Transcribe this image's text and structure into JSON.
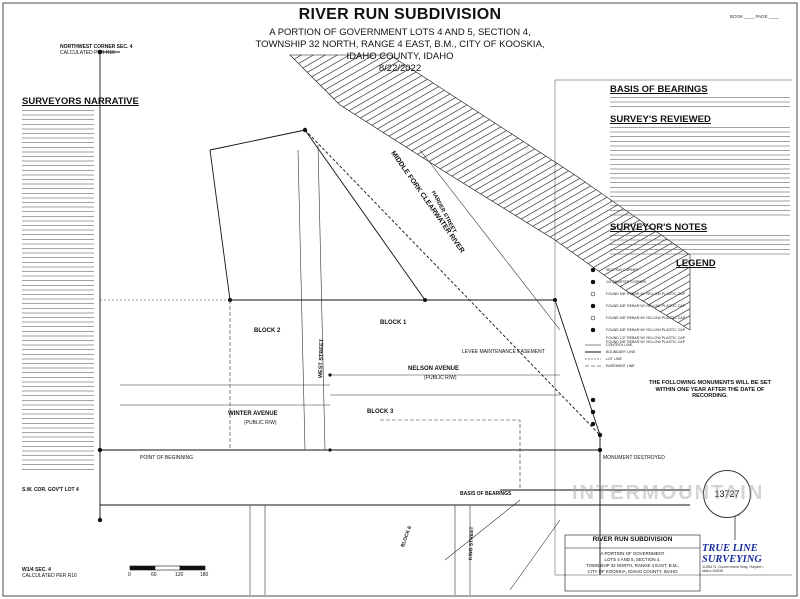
{
  "header": {
    "title": "RIVER RUN SUBDIVISION",
    "line1": "A PORTION OF GOVERNMENT LOTS 4 AND 5, SECTION 4,",
    "line2": "TOWNSHIP 32 NORTH, RANGE 4 EAST, B.M., CITY OF KOOSKIA,",
    "line3": "IDAHO COUNTY, IDAHO",
    "date": "8/22/2022",
    "book_label": "BOOK ____ PAGE ____"
  },
  "left_panel": {
    "corner_label": "NORTHWEST CORNER SEC. 4",
    "corner_note": "CALCULATED PER R16",
    "narrative_title": "SURVEYORS NARRATIVE",
    "wm_sec": "W1/4 SEC. 4",
    "wm_note": "CALCULATED PER R16",
    "sw_corner": "S.W. COR. GOV'T LOT 4"
  },
  "right_panel": {
    "basis_title": "BASIS OF BEARINGS",
    "reviewed_title": "SURVEY'S REVIEWED",
    "notes_title": "SURVEYOR'S NOTES",
    "legend_title": "LEGEND",
    "legend_items": [
      "SECTION CORNER",
      "1/4 QUARTER CORNER",
      "FOUND 5/8\" REBAR W/ YELLOW PLASTIC CAP",
      "FOUND 5/8\" REBAR W/ YELLOW PLASTIC CAP",
      "FOUND 5/8\" REBAR W/ YELLOW PLASTIC CAP",
      "FOUND 5/8\" REBAR W/ YELLOW PLASTIC CAP",
      "FOUND 1/2\" REBAR W/ YELLOW PLASTIC CAP",
      "FOUND 5/8\" REBAR W/ YELLOW PLASTIC CAP",
      "CONTROL LINE",
      "BOUNDARY LINE",
      "LOT LINE",
      "EASEMENT LINE"
    ],
    "monuments_note": "THE FOLLOWING MONUMENTS WILL BE SET WITHIN ONE YEAR AFTER THE DATE OF RECORDING."
  },
  "plat_labels": {
    "river": "MIDDLE FORK CLEARWATER RIVER",
    "block1": "BLOCK 1",
    "block2": "BLOCK 2",
    "block3": "BLOCK 3",
    "block6": "BLOCK 6",
    "west_street": "WEST STREET",
    "harder_street": "HARDER STREET",
    "nelson_avenue": "NELSON AVENUE",
    "winter_avenue": "WINTER AVENUE",
    "public_row": "(PUBLIC R/W)",
    "king_street": "KING STREET",
    "basis_line": "BASIS OF BEARINGS",
    "levee_easement": "LEVEE MAINTENANCE EASEMENT",
    "monument_note": "MONUMENT DESTROYED",
    "point_beginning": "POINT OF BEGINNING",
    "scale_ticks": [
      "0",
      "60",
      "120",
      "180"
    ]
  },
  "title_block": {
    "name": "RIVER RUN SUBDIVISION",
    "l1": "A PORTION OF GOVERNMENT",
    "l2": "LOTS 4 AND 5, SECTION 4,",
    "l3": "TOWNSHIP 32 NORTH, RANGE 4 EAST, B.M.,",
    "l4": "CITY OF KOOSKIA, IDAHO COUNTY, IDAHO"
  },
  "logo": {
    "line1": "TRUE LINE",
    "line2": "SURVEYING",
    "foot": "11566 N. Government Way, Hayden, Idaho 83835"
  },
  "stamp": {
    "number": "13727"
  },
  "watermark": "INTERMOUNTAIN"
}
